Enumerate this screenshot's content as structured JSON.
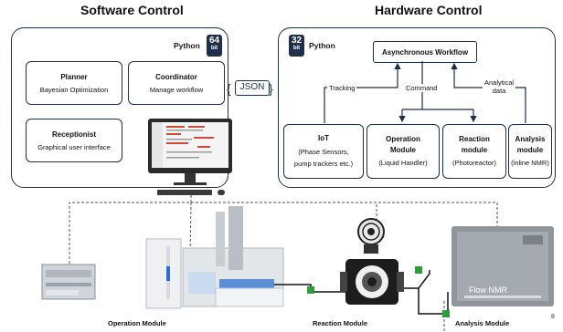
{
  "headings": {
    "software": "Software Control",
    "hardware": "Hardware Control"
  },
  "software": {
    "language": "Python",
    "badge_number": "64",
    "badge_unit": "bit",
    "planner": {
      "title": "Planner",
      "subtitle": "Bayesian Optimization"
    },
    "coordinator": {
      "title": "Coordinator",
      "subtitle": "Manage workflow"
    },
    "receptionist": {
      "title": "Receptionist",
      "subtitle": "Graphical user interface"
    }
  },
  "json_label": "JSON",
  "hardware": {
    "language": "Python",
    "badge_number": "32",
    "badge_unit": "bit",
    "workflow": "Asynchronous Workflow",
    "arrows": {
      "tracking": "Tracking",
      "command": "Command",
      "analytical": "Analytical",
      "analytical2": "data"
    },
    "iot": {
      "title": "IoT",
      "line1": "(Phase Sensors,",
      "line2": "pump trackers etc.)"
    },
    "operation": {
      "line1": "Operation",
      "line2": "Module",
      "line3": "(Liquid Handler)"
    },
    "reaction": {
      "line1": "Reaction",
      "line2": "module",
      "line3": "(Photoreactor)"
    },
    "analysis": {
      "line1": "Analysis",
      "line2": "module",
      "line3": "(inline NMR)"
    }
  },
  "hardware_photos": {
    "flow_nmr": "Flow NMR",
    "operation_caption": "Operation Module",
    "reaction_caption": "Reaction Module",
    "analysis_caption": "Analysis Module"
  },
  "page_number": "8",
  "colors": {
    "navy": "#1f2f4a",
    "green_connector": "#2e9e3a"
  }
}
